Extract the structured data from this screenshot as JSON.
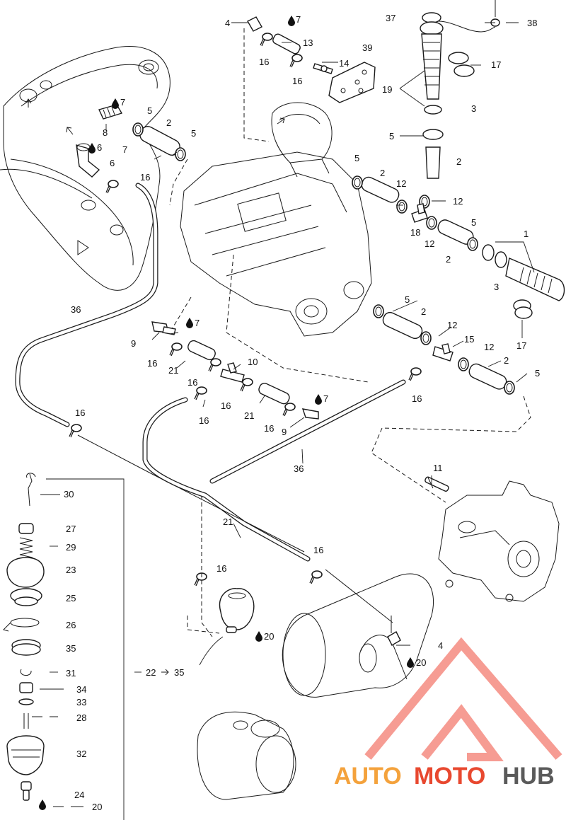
{
  "callouts": [
    {
      "id": "c4a",
      "text": "4"
    },
    {
      "id": "c7a",
      "text": "7"
    },
    {
      "id": "c37",
      "text": "37"
    },
    {
      "id": "c38",
      "text": "38"
    },
    {
      "id": "c13",
      "text": "13"
    },
    {
      "id": "c16a",
      "text": "16"
    },
    {
      "id": "c14",
      "text": "14"
    },
    {
      "id": "c16b",
      "text": "16"
    },
    {
      "id": "c39",
      "text": "39"
    },
    {
      "id": "c17a",
      "text": "17"
    },
    {
      "id": "c19",
      "text": "19"
    },
    {
      "id": "c3a",
      "text": "3"
    },
    {
      "id": "c7b",
      "text": "7"
    },
    {
      "id": "c5a",
      "text": "5"
    },
    {
      "id": "c2a",
      "text": "2"
    },
    {
      "id": "c8",
      "text": "8"
    },
    {
      "id": "c5b",
      "text": "5"
    },
    {
      "id": "c7c",
      "text": "7"
    },
    {
      "id": "c6a",
      "text": "6"
    },
    {
      "id": "c6b",
      "text": "6"
    },
    {
      "id": "c16c",
      "text": "16"
    },
    {
      "id": "c5c",
      "text": "5"
    },
    {
      "id": "c2b",
      "text": "2"
    },
    {
      "id": "c5d",
      "text": "5"
    },
    {
      "id": "c2c",
      "text": "2"
    },
    {
      "id": "c12a",
      "text": "12"
    },
    {
      "id": "c12b",
      "text": "12"
    },
    {
      "id": "c18",
      "text": "18"
    },
    {
      "id": "c12c",
      "text": "12"
    },
    {
      "id": "c5e",
      "text": "5"
    },
    {
      "id": "c1",
      "text": "1"
    },
    {
      "id": "c2d",
      "text": "2"
    },
    {
      "id": "c3b",
      "text": "3"
    },
    {
      "id": "c36a",
      "text": "36"
    },
    {
      "id": "c7d",
      "text": "7"
    },
    {
      "id": "c5f",
      "text": "5"
    },
    {
      "id": "c2e",
      "text": "2"
    },
    {
      "id": "c12d",
      "text": "12"
    },
    {
      "id": "c17b",
      "text": "17"
    },
    {
      "id": "c9a",
      "text": "9"
    },
    {
      "id": "c16d",
      "text": "16"
    },
    {
      "id": "c21a",
      "text": "21"
    },
    {
      "id": "c10",
      "text": "10"
    },
    {
      "id": "c15",
      "text": "15"
    },
    {
      "id": "c12e",
      "text": "12"
    },
    {
      "id": "c2f",
      "text": "2"
    },
    {
      "id": "c5g",
      "text": "5"
    },
    {
      "id": "c16e",
      "text": "16"
    },
    {
      "id": "c16f",
      "text": "16"
    },
    {
      "id": "c16g",
      "text": "16"
    },
    {
      "id": "c7e",
      "text": "7"
    },
    {
      "id": "c21b",
      "text": "21"
    },
    {
      "id": "c16h",
      "text": "16"
    },
    {
      "id": "c16i",
      "text": "16"
    },
    {
      "id": "c9b",
      "text": "9"
    },
    {
      "id": "c16j",
      "text": "16"
    },
    {
      "id": "c36b",
      "text": "36"
    },
    {
      "id": "c11",
      "text": "11"
    },
    {
      "id": "c30",
      "text": "30"
    },
    {
      "id": "c27",
      "text": "27"
    },
    {
      "id": "c29",
      "text": "29"
    },
    {
      "id": "c23",
      "text": "23"
    },
    {
      "id": "c25",
      "text": "25"
    },
    {
      "id": "c26",
      "text": "26"
    },
    {
      "id": "c35a",
      "text": "35"
    },
    {
      "id": "c31",
      "text": "31"
    },
    {
      "id": "c34",
      "text": "34"
    },
    {
      "id": "c33",
      "text": "33"
    },
    {
      "id": "c28",
      "text": "28"
    },
    {
      "id": "c32",
      "text": "32"
    },
    {
      "id": "c24",
      "text": "24"
    },
    {
      "id": "c20a",
      "text": "20"
    },
    {
      "id": "c21c",
      "text": "21"
    },
    {
      "id": "c16k",
      "text": "16"
    },
    {
      "id": "c16l",
      "text": "16"
    },
    {
      "id": "c20b",
      "text": "20"
    },
    {
      "id": "c4b",
      "text": "4"
    },
    {
      "id": "c20c",
      "text": "20"
    },
    {
      "id": "c22",
      "text": "22"
    },
    {
      "id": "c35b",
      "text": "35"
    }
  ],
  "watermark": {
    "brand_a": "AUTO",
    "brand_m": "MOTO",
    "brand_h": "HUB",
    "color_auto": "#f4a23c",
    "color_moto": "#e8482f",
    "color_hub": "#5a5a5a",
    "logo_color": "#ef4a3a"
  },
  "icons": {
    "drop": "oil-drop-icon",
    "arrow": "assembly-arrow-icon"
  }
}
